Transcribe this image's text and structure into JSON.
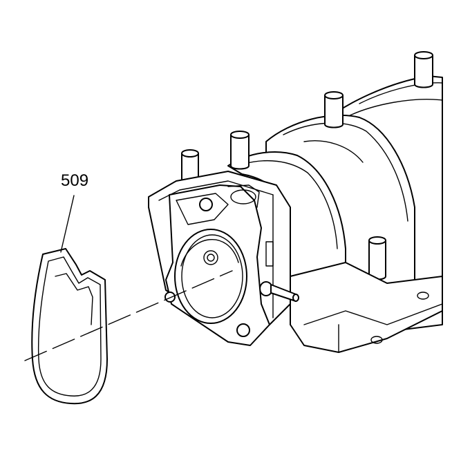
{
  "callout": {
    "part_number": "509"
  },
  "colors": {
    "line": "#000000",
    "background": "#ffffff"
  },
  "parts": [
    {
      "name": "throttle-body-gasket",
      "callout": "509"
    },
    {
      "name": "intake-manifold"
    },
    {
      "name": "throttle-body-mounting-flange"
    }
  ]
}
